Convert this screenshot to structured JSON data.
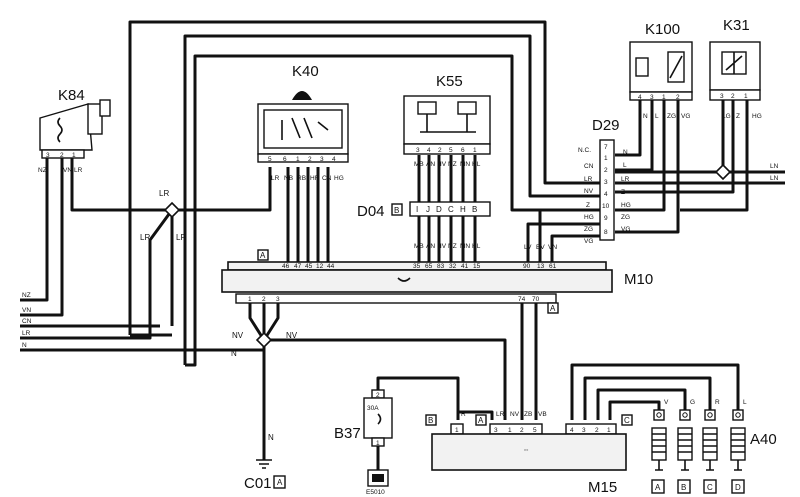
{
  "components": {
    "K84": "K84",
    "K40": "K40",
    "K55": "K55",
    "K100": "K100",
    "K31": "K31",
    "D29": "D29",
    "D04": "D04",
    "M10": "M10",
    "M15": "M15",
    "B37": "B37",
    "C01": "C01",
    "A40": "A40",
    "E5010": "E5010",
    "fuse_rating": "30A"
  },
  "connector_marks": {
    "A": "A",
    "B": "B",
    "C": "C",
    "D": "D"
  },
  "k84": {
    "pins": [
      "3",
      "2",
      "1"
    ],
    "wires": [
      "NZ",
      "VN",
      "LR"
    ]
  },
  "k40": {
    "pins": [
      "5",
      "6",
      "1",
      "2",
      "3",
      "4"
    ],
    "wires": [
      "LR",
      "NB",
      "RB",
      "HR",
      "CN",
      "HG"
    ],
    "m10_pins": [
      "46",
      "47",
      "45",
      "12",
      "44"
    ]
  },
  "k55": {
    "pins": [
      "3",
      "4",
      "2",
      "5",
      "6",
      "1"
    ],
    "wires": [
      "MB",
      "AN",
      "HV",
      "NZ",
      "MN",
      "HL"
    ],
    "d04_letters": [
      "I",
      "J",
      "D",
      "C",
      "H",
      "B"
    ],
    "m10_pins": [
      "35",
      "65",
      "83",
      "32",
      "41",
      "15"
    ]
  },
  "k100": {
    "pins": [
      "4",
      "3",
      "1",
      "2"
    ],
    "wires": [
      "N",
      "L",
      "ZG",
      "VG"
    ]
  },
  "k31": {
    "pins": [
      "3",
      "2",
      "1"
    ],
    "wires": [
      "LG",
      "Z",
      "HG"
    ]
  },
  "d29": {
    "header": "N.C.",
    "pins": [
      "7",
      "1",
      "2",
      "3",
      "4",
      "10",
      "9",
      "8"
    ],
    "wires": [
      "N.C.",
      "CN",
      "LR",
      "NV",
      "Z",
      "HG",
      "ZG",
      "VG"
    ],
    "left_wires": [
      "LV",
      "BV",
      "VN"
    ],
    "m10_pins": [
      "90",
      "13",
      "61"
    ]
  },
  "m10_bottom": {
    "left_pins": [
      "1",
      "2",
      "3"
    ],
    "right_pins": [
      "74",
      "70"
    ]
  },
  "m15": {
    "pins_left": [
      "3",
      "1",
      "2",
      "5"
    ],
    "wires_left": [
      "LR",
      "NV",
      "ZB",
      "VB"
    ],
    "pins_right": [
      "4",
      "3",
      "2",
      "1"
    ]
  },
  "b37": {
    "pins": [
      "2",
      "1"
    ],
    "wire": "R"
  },
  "a40": {
    "wires": [
      "V",
      "G",
      "R",
      "L"
    ],
    "labels": [
      "A",
      "B",
      "C",
      "D"
    ]
  },
  "harness_left": [
    "NZ",
    "VN",
    "CN",
    "LR",
    "N"
  ],
  "harness_right": [
    "LN",
    "LN"
  ],
  "splice_labels": {
    "lr": "LR",
    "nv": "NV",
    "n": "N"
  }
}
